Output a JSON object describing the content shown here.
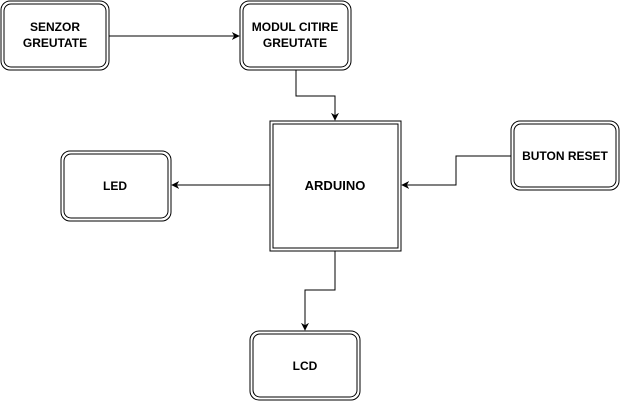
{
  "diagram": {
    "nodes": {
      "senzor": {
        "line1": "SENZOR",
        "line2": "GREUTATE"
      },
      "modul": {
        "line1": "MODUL CITIRE",
        "line2": "GREUTATE"
      },
      "arduino": {
        "label": "ARDUINO"
      },
      "buton": {
        "label": "BUTON RESET"
      },
      "led": {
        "label": "LED"
      },
      "lcd": {
        "label": "LCD"
      }
    },
    "edges": [
      {
        "from": "SENZOR GREUTATE",
        "to": "MODUL CITIRE GREUTATE"
      },
      {
        "from": "MODUL CITIRE GREUTATE",
        "to": "ARDUINO"
      },
      {
        "from": "BUTON RESET",
        "to": "ARDUINO"
      },
      {
        "from": "ARDUINO",
        "to": "LED"
      },
      {
        "from": "ARDUINO",
        "to": "LCD"
      }
    ],
    "colors": {
      "stroke": "#000000",
      "fill": "#ffffff",
      "text": "#000000"
    }
  }
}
